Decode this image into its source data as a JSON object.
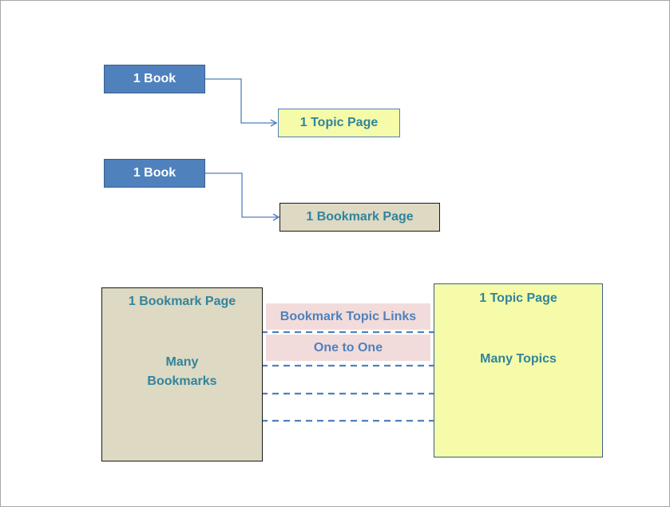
{
  "diagram": {
    "row1": {
      "book_label": "1 Book",
      "topic_page_label": "1 Topic Page"
    },
    "row2": {
      "book_label": "1 Book",
      "bookmark_page_label": "1 Bookmark Page"
    },
    "bottom": {
      "bookmark_page": {
        "title": "1 Bookmark Page",
        "body_line1": "Many",
        "body_line2": "Bookmarks"
      },
      "topic_page": {
        "title": "1 Topic Page",
        "body": "Many Topics"
      },
      "links_label": "Bookmark Topic Links",
      "relation_label": "One to One"
    }
  },
  "colors": {
    "book_fill": "#4f81bd",
    "topic_fill": "#f5fba8",
    "bookmark_fill": "#ddd9c3",
    "label_fill": "#f2dcdb",
    "text_teal": "#31849b",
    "connector": "#4f81bd"
  }
}
